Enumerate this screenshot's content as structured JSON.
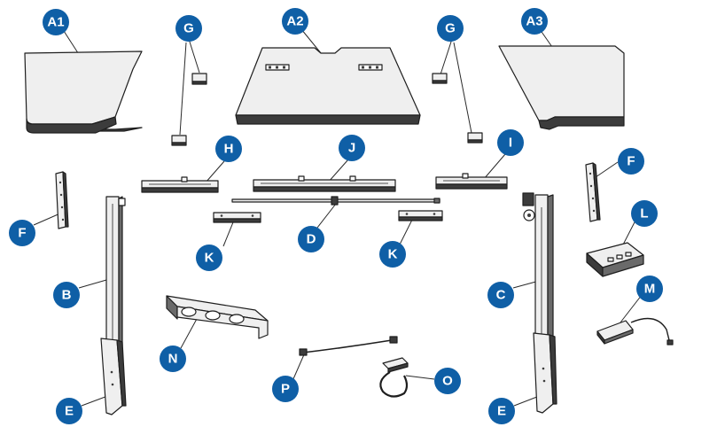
{
  "callouts": {
    "a1": "A1",
    "a2": "A2",
    "a3": "A3",
    "g_left": "G",
    "g_right": "G",
    "h": "H",
    "j": "J",
    "i": "I",
    "f_left": "F",
    "f_right": "F",
    "d": "D",
    "k_left": "K",
    "k_right": "K",
    "l": "L",
    "b": "B",
    "c": "C",
    "m": "M",
    "n": "N",
    "p": "P",
    "o": "O",
    "e_left": "E",
    "e_right": "E"
  },
  "colors": {
    "callout_fill": "#0f5fa6",
    "callout_text": "#ffffff",
    "line_art": "#1e1e1e"
  }
}
